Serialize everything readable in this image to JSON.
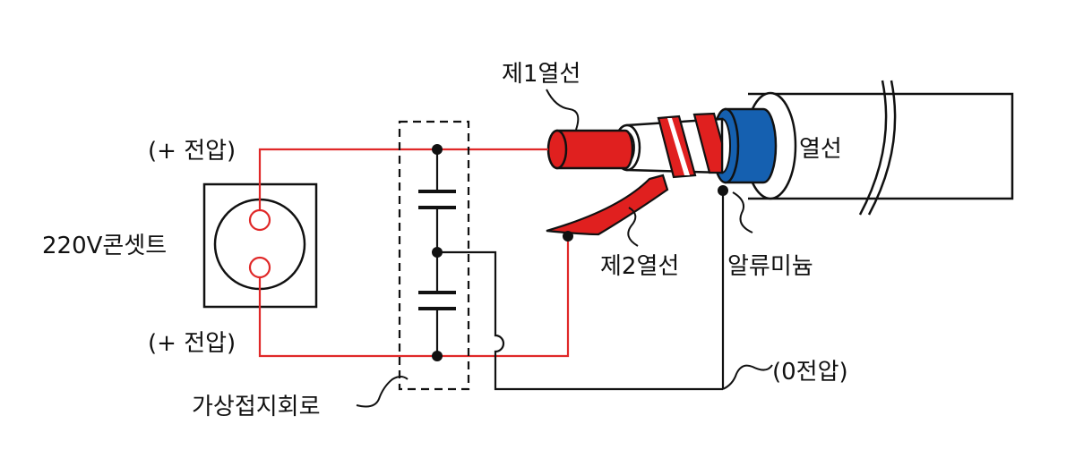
{
  "labels": {
    "wire1": "제1열선",
    "wire2": "제2열선",
    "heater": "열선",
    "aluminum": "알류미늄",
    "socket": "220V콘셋트",
    "plus_top": "(+ 전압)",
    "plus_bottom": "(+ 전압)",
    "zero": "(0전압)",
    "virtual_ground": "가상접지회로"
  },
  "colors": {
    "red": "#e0201f",
    "blue": "#1560b0",
    "black": "#111111",
    "wire": "#e02828"
  }
}
